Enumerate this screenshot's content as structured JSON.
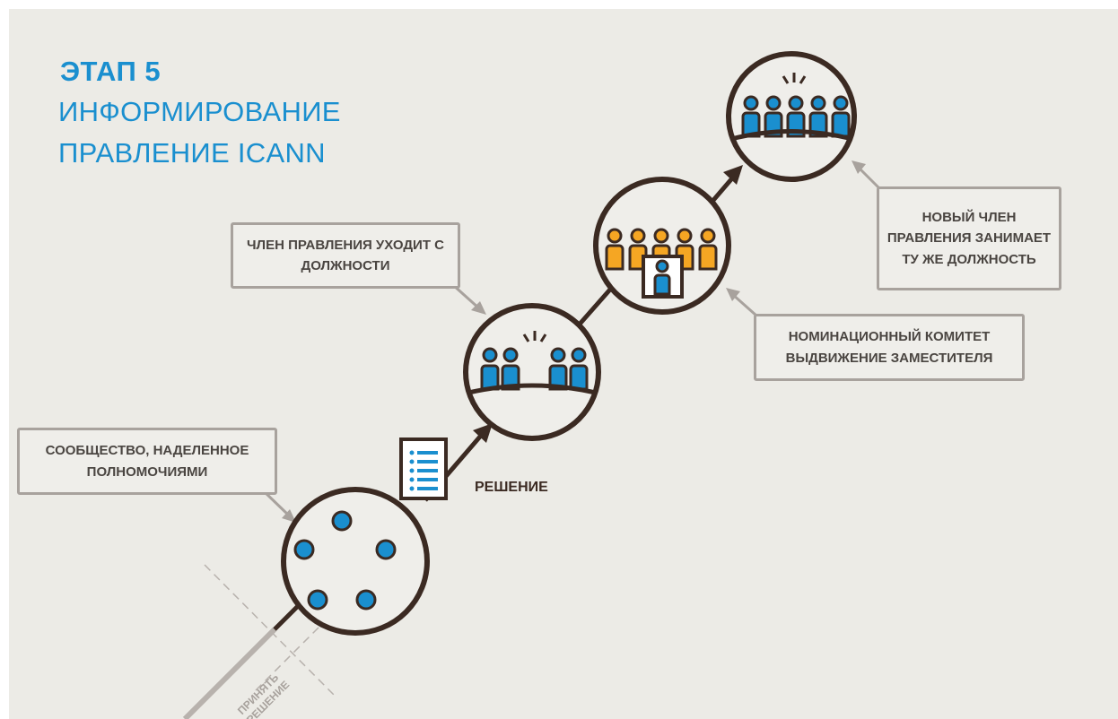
{
  "title": {
    "stage": "ЭТАП 5",
    "line2": "ИНФОРМИРОВАНИЕ",
    "line3": "ПРАВЛЕНИЕ ICANN"
  },
  "callouts": {
    "community": "СООБЩЕСТВО, НАДЕЛЕННОЕ ПОЛНОМОЧИЯМИ",
    "member_leaves": "ЧЛЕН ПРАВЛЕНИЯ УХОДИТ С ДОЛЖНОСТИ",
    "nomcom": "НОМИНАЦИОННЫЙ КОМИТЕТ ВЫДВИЖЕНИЕ ЗАМЕСТИТЕЛЯ",
    "new_member": "НОВЫЙ ЧЛЕН ПРАВЛЕНИЯ ЗАНИМАЕТ ТУ ЖЕ ДОЛЖНОСТЬ"
  },
  "decision_label": "РЕШЕНИЕ",
  "start_label": {
    "line1": "ПРИНЯТЬ",
    "line2": "РЕШЕНИЕ"
  },
  "colors": {
    "title": "#1a8fcf",
    "circle_stroke": "#3b2a22",
    "blue": "#1a8fcf",
    "orange": "#f5a623",
    "callout_border": "#a8a29d"
  }
}
